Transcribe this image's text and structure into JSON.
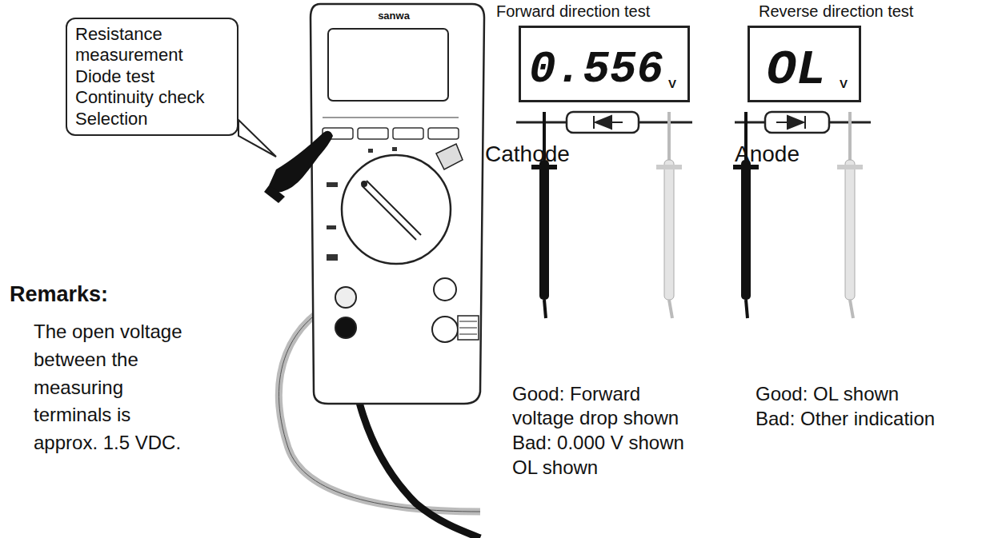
{
  "diagram": {
    "nodes": [
      {
        "text": [
          "Resistance measurement Diode test Continuity check Selection"
        ]
      },
      {
        "text": [
          "0.556",
          "V"
        ]
      },
      {
        "text": [
          "OL",
          "V"
        ]
      }
    ],
    "labels": [
      "Forward direction test",
      "Reverse direction test",
      "Cathode",
      "Anode",
      "Remarks:",
      "The open voltage between the measuring terminals is approx. 1.5 VDC.",
      "Good: Forward voltage drop shown",
      "Bad: 0.000 V shown",
      "OL shown",
      "Good: OL shown",
      "Bad: Other indication",
      "sanwa"
    ]
  }
}
